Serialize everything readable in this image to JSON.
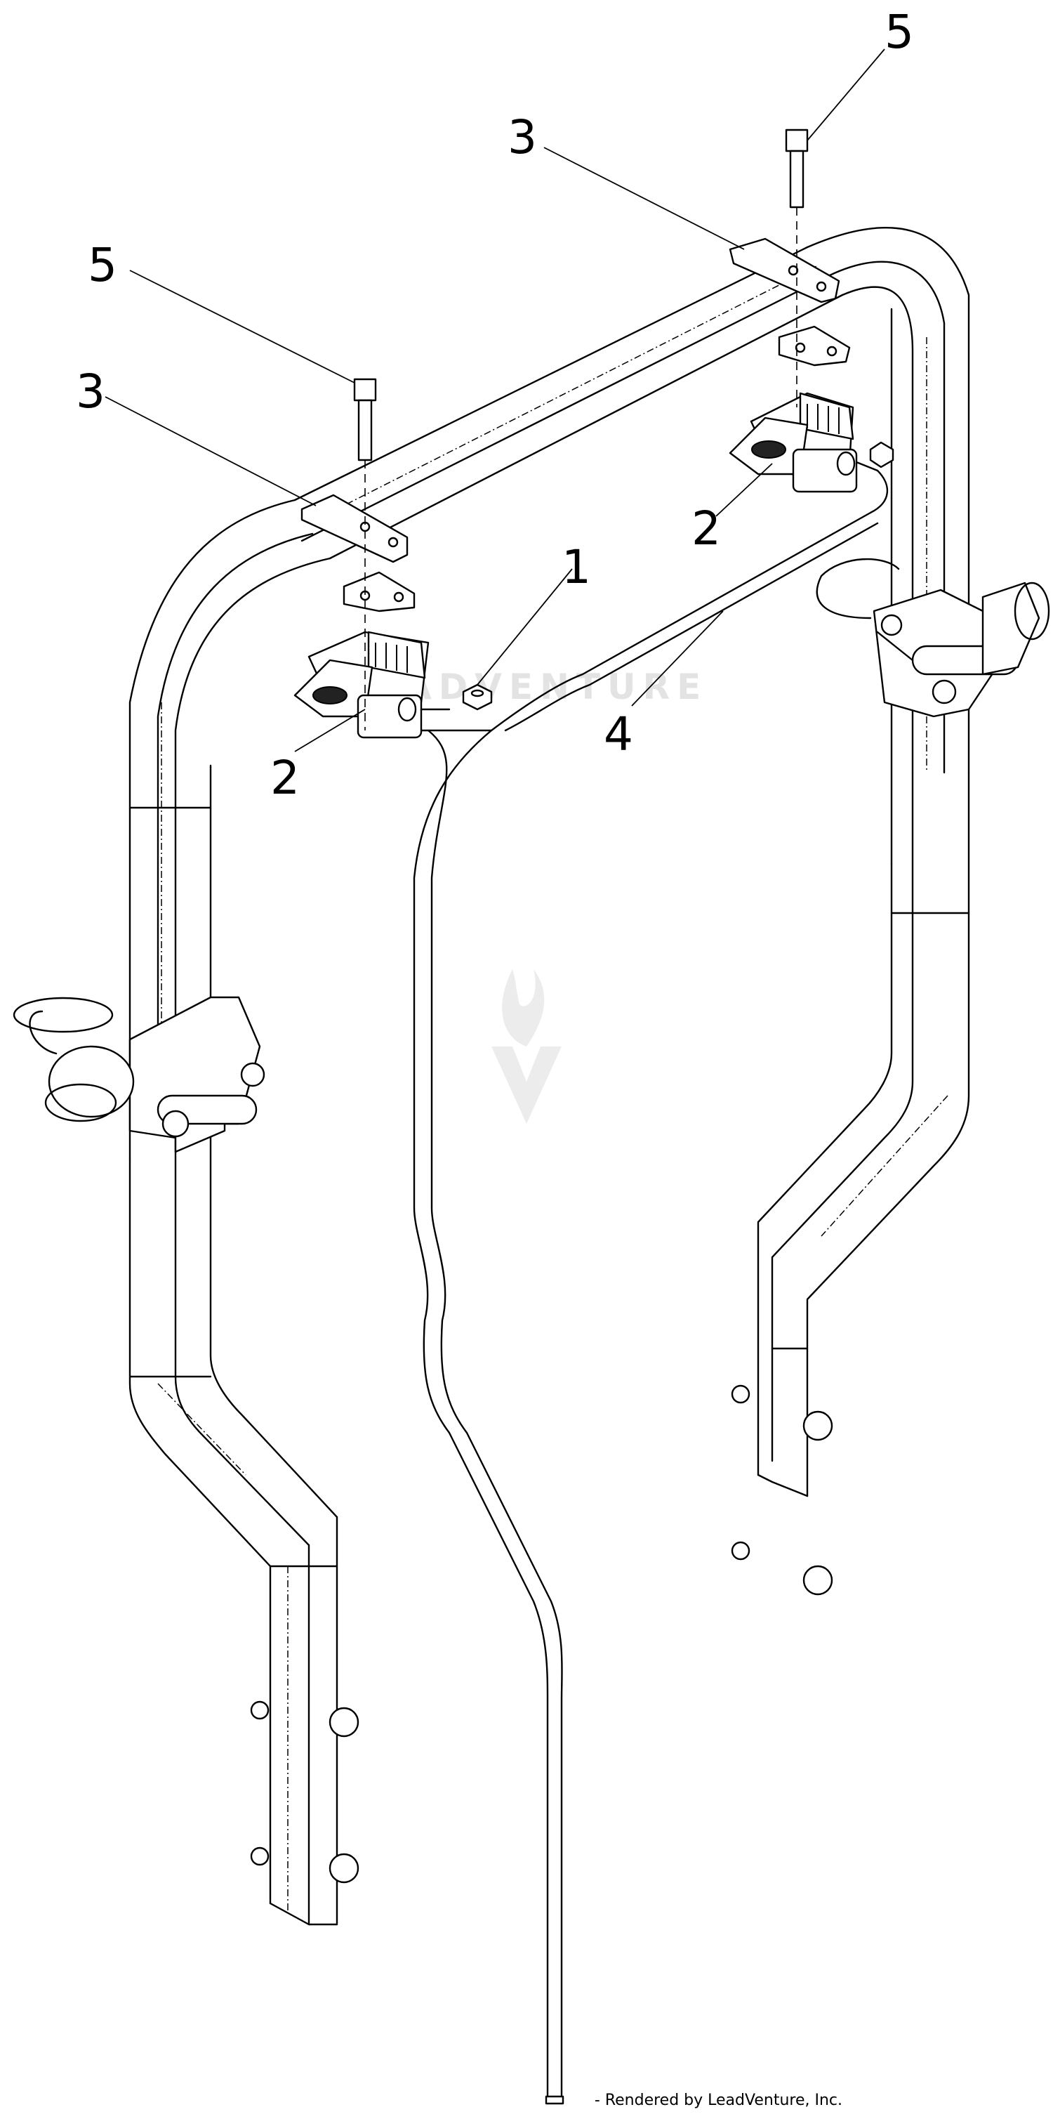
{
  "diagram": {
    "callouts": [
      {
        "id": "1",
        "label": "1"
      },
      {
        "id": "2a",
        "label": "2"
      },
      {
        "id": "2b",
        "label": "2"
      },
      {
        "id": "3a",
        "label": "3"
      },
      {
        "id": "3b",
        "label": "3"
      },
      {
        "id": "4",
        "label": "4"
      },
      {
        "id": "5a",
        "label": "5"
      },
      {
        "id": "5b",
        "label": "5"
      }
    ],
    "watermark": "LEADVENTURE",
    "credit": "- Rendered by LeadVenture, Inc."
  }
}
